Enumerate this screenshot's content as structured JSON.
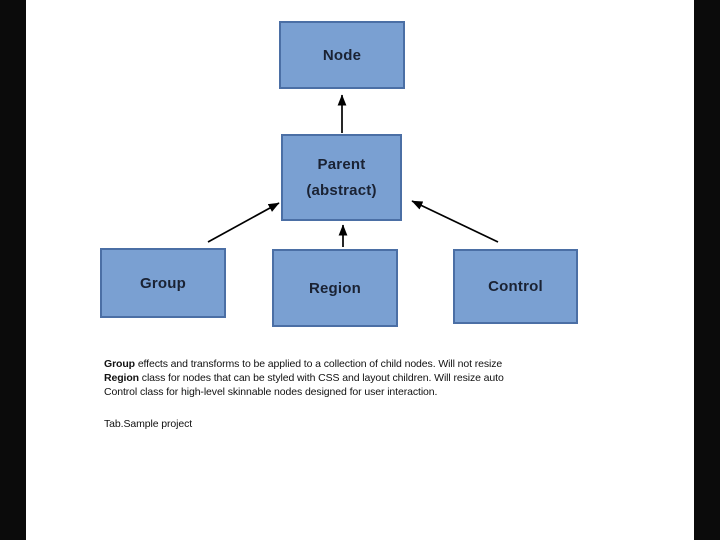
{
  "colors": {
    "page_bg": "#ffffff",
    "letterbox": "#0b0b0b",
    "box_fill": "#7aa0d2",
    "box_border": "#4b6fa5",
    "box_text": "#1a2233",
    "arrow": "#000000",
    "notes_text": "#111111"
  },
  "diagram": {
    "nodes": [
      {
        "id": "node",
        "label": "Node"
      },
      {
        "id": "parent",
        "label": "Parent",
        "sublabel": "(abstract)"
      },
      {
        "id": "group",
        "label": "Group"
      },
      {
        "id": "region",
        "label": "Region"
      },
      {
        "id": "control",
        "label": "Control"
      }
    ],
    "edges": [
      {
        "from": "Parent",
        "to": "Node"
      },
      {
        "from": "Group",
        "to": "Parent"
      },
      {
        "from": "Region",
        "to": "Parent"
      },
      {
        "from": "Control",
        "to": "Parent"
      }
    ]
  },
  "notes": {
    "lines": [
      {
        "bold": "Group",
        "rest": " effects and transforms to be applied to a collection of child nodes. Will not resize"
      },
      {
        "bold": "Region",
        "rest": " class for nodes that can be styled with CSS and layout children. Will resize auto"
      },
      {
        "bold": "",
        "rest": "Control class for high-level skinnable nodes designed for user interaction."
      }
    ],
    "footer": "Tab.Sample project"
  }
}
